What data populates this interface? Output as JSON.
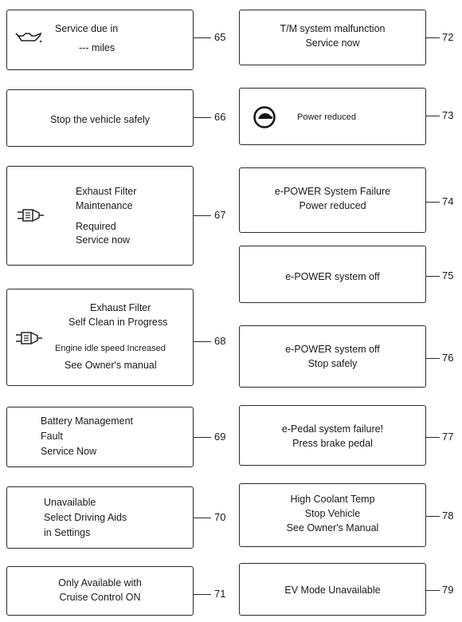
{
  "msg65": {
    "line1": "Service due in",
    "line2": "--- miles",
    "num": "65"
  },
  "msg66": {
    "text": "Stop the vehicle safely",
    "num": "66"
  },
  "msg67": {
    "line1": "Exhaust Filter",
    "line2": "Maintenance",
    "line3": "Required",
    "line4": "Service now",
    "num": "67"
  },
  "msg68": {
    "line1": "Exhaust Filter",
    "line2": "Self Clean in Progress",
    "line3": "Engine idle speed Increased",
    "line4": "See Owner's manual",
    "num": "68"
  },
  "msg69": {
    "line1": "Battery Management",
    "line2": "Fault",
    "line3": "Service Now",
    "num": "69"
  },
  "msg70": {
    "line1": "Unavailable",
    "line2": "Select Driving Aids",
    "line3": "in Settings",
    "num": "70"
  },
  "msg71": {
    "line1": "Only Available with",
    "line2": "Cruise Control ON",
    "num": "71"
  },
  "msg72": {
    "line1": "T/M system malfunction",
    "line2": "Service now",
    "num": "72"
  },
  "msg73": {
    "text": "Power reduced",
    "num": "73"
  },
  "msg74": {
    "line1": "e-POWER System Failure",
    "line2": "Power reduced",
    "num": "74"
  },
  "msg75": {
    "text": "e-POWER system off",
    "num": "75"
  },
  "msg76": {
    "line1": "e-POWER system off",
    "line2": "Stop safely",
    "num": "76"
  },
  "msg77": {
    "line1": "e-Pedal system failure!",
    "line2": "Press brake pedal",
    "num": "77"
  },
  "msg78": {
    "line1": "High Coolant Temp",
    "line2": "Stop Vehicle",
    "line3": "See Owner's Manual",
    "num": "78"
  },
  "msg79": {
    "text": "EV Mode Unavailable",
    "num": "79"
  },
  "icons": {
    "oil": "oil-can-icon",
    "filter": "exhaust-filter-icon",
    "power": "power-reduced-turtle-icon"
  }
}
